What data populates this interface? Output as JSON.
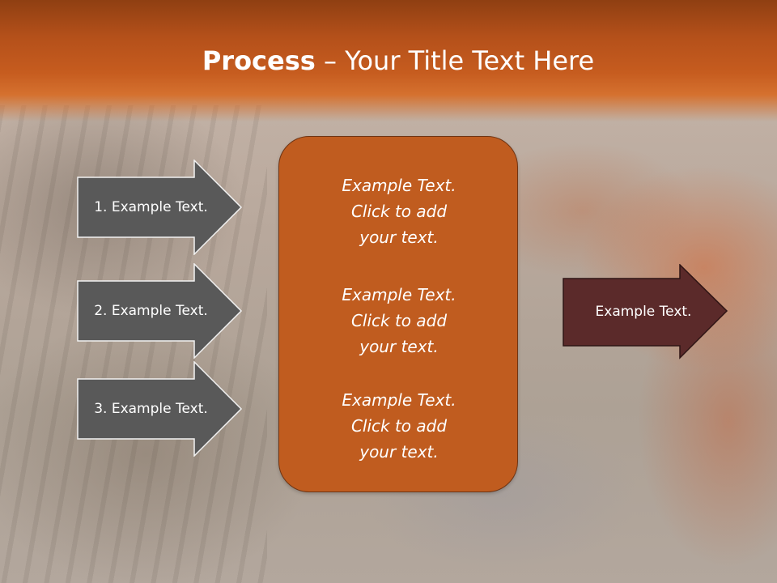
{
  "slide": {
    "title_bold": "Process",
    "title_rest": " – Your Title Text Here"
  },
  "left_steps": [
    {
      "label": "1. Example Text."
    },
    {
      "label": "2. Example Text."
    },
    {
      "label": "3. Example Text."
    }
  ],
  "center_box": {
    "items": [
      {
        "line1": "Example Text.",
        "line2": "Click  to add",
        "line3": "your text."
      },
      {
        "line1": "Example Text.",
        "line2": "Click  to add",
        "line3": "your text."
      },
      {
        "line1": "Example Text.",
        "line2": "Click  to add",
        "line3": "your text."
      }
    ]
  },
  "result": {
    "label": "Example Text."
  },
  "colors": {
    "title_band": "#c65c1f",
    "left_arrow_fill": "#595959",
    "center_box_fill": "#c05c1f",
    "result_arrow_fill": "#5b2a2a"
  }
}
